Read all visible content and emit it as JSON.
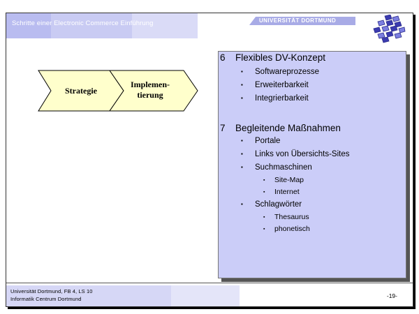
{
  "header": {
    "title": "Schritte einer Electronic Commerce Einführung",
    "university": "UNIVERSITÄT DORTMUND"
  },
  "diagram": {
    "step1": "Strategie",
    "step2_line1": "Implemen-",
    "step2_line2": "tierung",
    "step1_fill": "#ffffcc",
    "step2_fill": "#ffffcc"
  },
  "content": {
    "sections": [
      {
        "number": "6",
        "title": "Flexibles DV-Konzept",
        "items": [
          {
            "label": "Softwareprozesse"
          },
          {
            "label": "Erweiterbarkeit"
          },
          {
            "label": "Integrierbarkeit"
          }
        ]
      },
      {
        "number": "7",
        "title": "Begleitende Maßnahmen",
        "items": [
          {
            "label": "Portale"
          },
          {
            "label": "Links von Übersichts-Sites"
          },
          {
            "label": "Suchmaschinen",
            "subitems": [
              "Site-Map",
              "Internet"
            ]
          },
          {
            "label": "Schlagwörter",
            "subitems": [
              "Thesaurus",
              "phonetisch"
            ]
          }
        ]
      }
    ],
    "bullet": "▪",
    "box_color": "#cbcdf8"
  },
  "footer": {
    "line1": "Universität Dortmund, FB 4, LS 10",
    "line2": "Informatik Centrum Dortmund",
    "page": "-19-"
  }
}
